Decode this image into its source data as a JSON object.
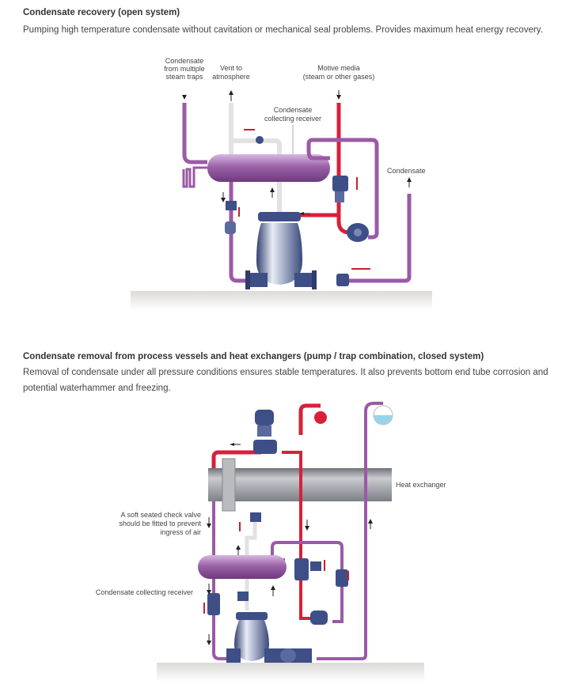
{
  "section1": {
    "title": "Condensate recovery (open system)",
    "description": "Pumping high temperature condensate without cavitation or mechanical seal problems. Provides maximum heat energy recovery.",
    "diagram": {
      "labels": {
        "condensate_from_traps": [
          "Condensate",
          "from multiple",
          "steam traps"
        ],
        "vent": [
          "Vent to",
          "atmosphere"
        ],
        "motive_media": [
          "Motive media",
          "(steam or other gases)"
        ],
        "receiver": [
          "Condensate",
          "collecting receiver"
        ],
        "condensate_out": "Condensate"
      }
    }
  },
  "section2": {
    "title": "Condensate removal from process vessels and heat exchangers (pump / trap combination, closed system)",
    "description": "Removal of condensate under all pressure conditions ensures stable temperatures. It also prevents bottom end tube corrosion and potential waterhammer and freezing.",
    "diagram": {
      "labels": {
        "heat_exchanger": "Heat exchanger",
        "check_valve_note": [
          "A soft seated check valve",
          "should be fitted to prevent",
          "ingress of air"
        ],
        "receiver": "Condensate collecting receiver"
      }
    }
  },
  "colors": {
    "steam_red": "#d8203a",
    "condensate_purple": "#9a5aa6",
    "vent_grey": "#e4e4e4",
    "equipment_blue": "#3d4f86",
    "floor_grey": "#cfcdca"
  }
}
